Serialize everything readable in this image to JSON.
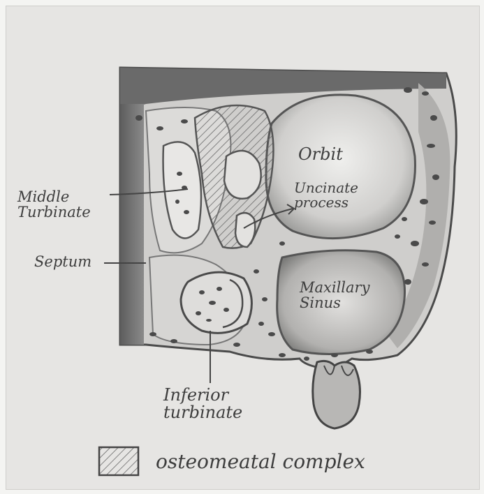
{
  "labels": {
    "orbit": "Orbit",
    "uncinate_process": "Uncinate\nprocess",
    "middle_turbinate": "Middle\nTurbinate",
    "septum": "Septum",
    "maxillary_sinus": "Maxillary\nSinus",
    "inferior_turbinate": "Inferior\nturbinate"
  },
  "legend": {
    "label": "osteomeatal complex",
    "pattern": "diagonal-hatch"
  },
  "colors": {
    "paper": "#e6e5e3",
    "pencil_dark": "#4a4a4a",
    "pencil_mid": "#8d8d8d",
    "pencil_light": "#c9c9c7",
    "bone": "#d9d8d6"
  }
}
